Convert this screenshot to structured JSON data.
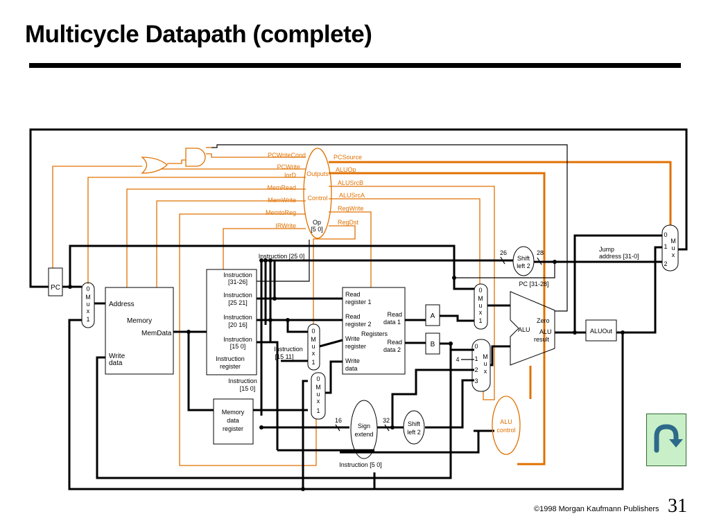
{
  "slide": {
    "title": "Multicycle Datapath (complete)",
    "copyright": "©1998 Morgan Kaufmann Publishers",
    "page_number": "31"
  },
  "control": {
    "outputs_label": "Outputs",
    "control_label": "Control",
    "op_label": "Op",
    "op_bits": "[5   0]",
    "left_signals": [
      "PCWriteCond",
      "PCWrite",
      "IorD",
      "MemRead",
      "MemWrite",
      "MemtoReg",
      "IRWrite"
    ],
    "right_signals": [
      "PCSource",
      "ALUOp",
      "ALUSrcB",
      "ALUSrcA",
      "RegWrite",
      "RegDst"
    ]
  },
  "components": {
    "pc": "PC",
    "mux_labels": [
      "0",
      "M",
      "u",
      "x",
      "1"
    ],
    "mux4_inputs": [
      "0",
      "1",
      "2",
      "3"
    ],
    "mux4_letters": [
      "M",
      "u",
      "x"
    ],
    "memory": {
      "address": "Address",
      "memory": "Memory",
      "memdata": "MemData",
      "write_data": [
        "Write",
        "data"
      ]
    },
    "instruction_register": {
      "fields": [
        "Instruction",
        "[31-26]",
        "Instruction",
        "[25   21]",
        "Instruction",
        "[20   16]",
        "Instruction",
        "[15   0]",
        "Instruction",
        "register"
      ]
    },
    "instr_25_0": "Instruction [25   0]",
    "instr_15_11": [
      "Instruction",
      "[15   11]"
    ],
    "instr_15_0": [
      "Instruction",
      "[15   0]"
    ],
    "instr_5_0": "Instruction [5   0]",
    "mdr": [
      "Memory",
      "data",
      "register"
    ],
    "registers": {
      "read_reg1": [
        "Read",
        "register 1"
      ],
      "read_reg2": [
        "Read",
        "register 2"
      ],
      "write_reg": [
        "Write",
        "register"
      ],
      "write_data": [
        "Write",
        "data"
      ],
      "read_data1": [
        "Read",
        "data 1"
      ],
      "read_data2": [
        "Read",
        "data 2"
      ],
      "registers": "Registers"
    },
    "reg_a": "A",
    "reg_b": "B",
    "sign_extend": [
      "Sign",
      "extend"
    ],
    "shift_left_2": [
      "Shift",
      "left 2"
    ],
    "alu": "ALU",
    "zero": "Zero",
    "alu_result": [
      "ALU",
      "result"
    ],
    "aluout": "ALUOut",
    "alu_control": [
      "ALU",
      "control"
    ],
    "jump_address": [
      "Jump",
      "address [31-0]"
    ],
    "pc_31_28": "PC [31-28]",
    "bitwidths": {
      "w26": "26",
      "w28": "28",
      "w16": "16",
      "w32": "32",
      "four": "4"
    }
  },
  "navigation": {
    "back_icon": "u-turn-arrow-icon",
    "back_bg": "#c9efc9",
    "arrow_color": "#2d6a8a"
  },
  "colors": {
    "control_signal": "#e07000",
    "datapath": "#000000"
  }
}
